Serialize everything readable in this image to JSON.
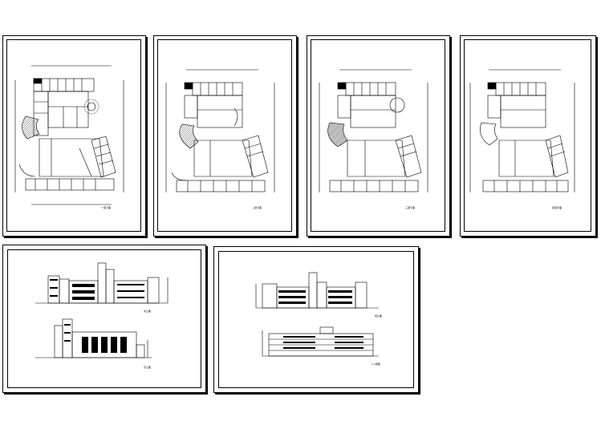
{
  "sheets": [
    {
      "id": "plan-1",
      "caption": "一层平面"
    },
    {
      "id": "plan-2",
      "caption": "二层平面"
    },
    {
      "id": "plan-3",
      "caption": "三层平面"
    },
    {
      "id": "plan-4",
      "caption": "四层平面"
    }
  ],
  "elevations": [
    {
      "id": "elev-a",
      "caption": "北立面"
    },
    {
      "id": "elev-b",
      "caption": "东立面"
    },
    {
      "id": "elev-c",
      "caption": "南立面"
    },
    {
      "id": "elev-d",
      "caption": "1-1剖面"
    }
  ]
}
